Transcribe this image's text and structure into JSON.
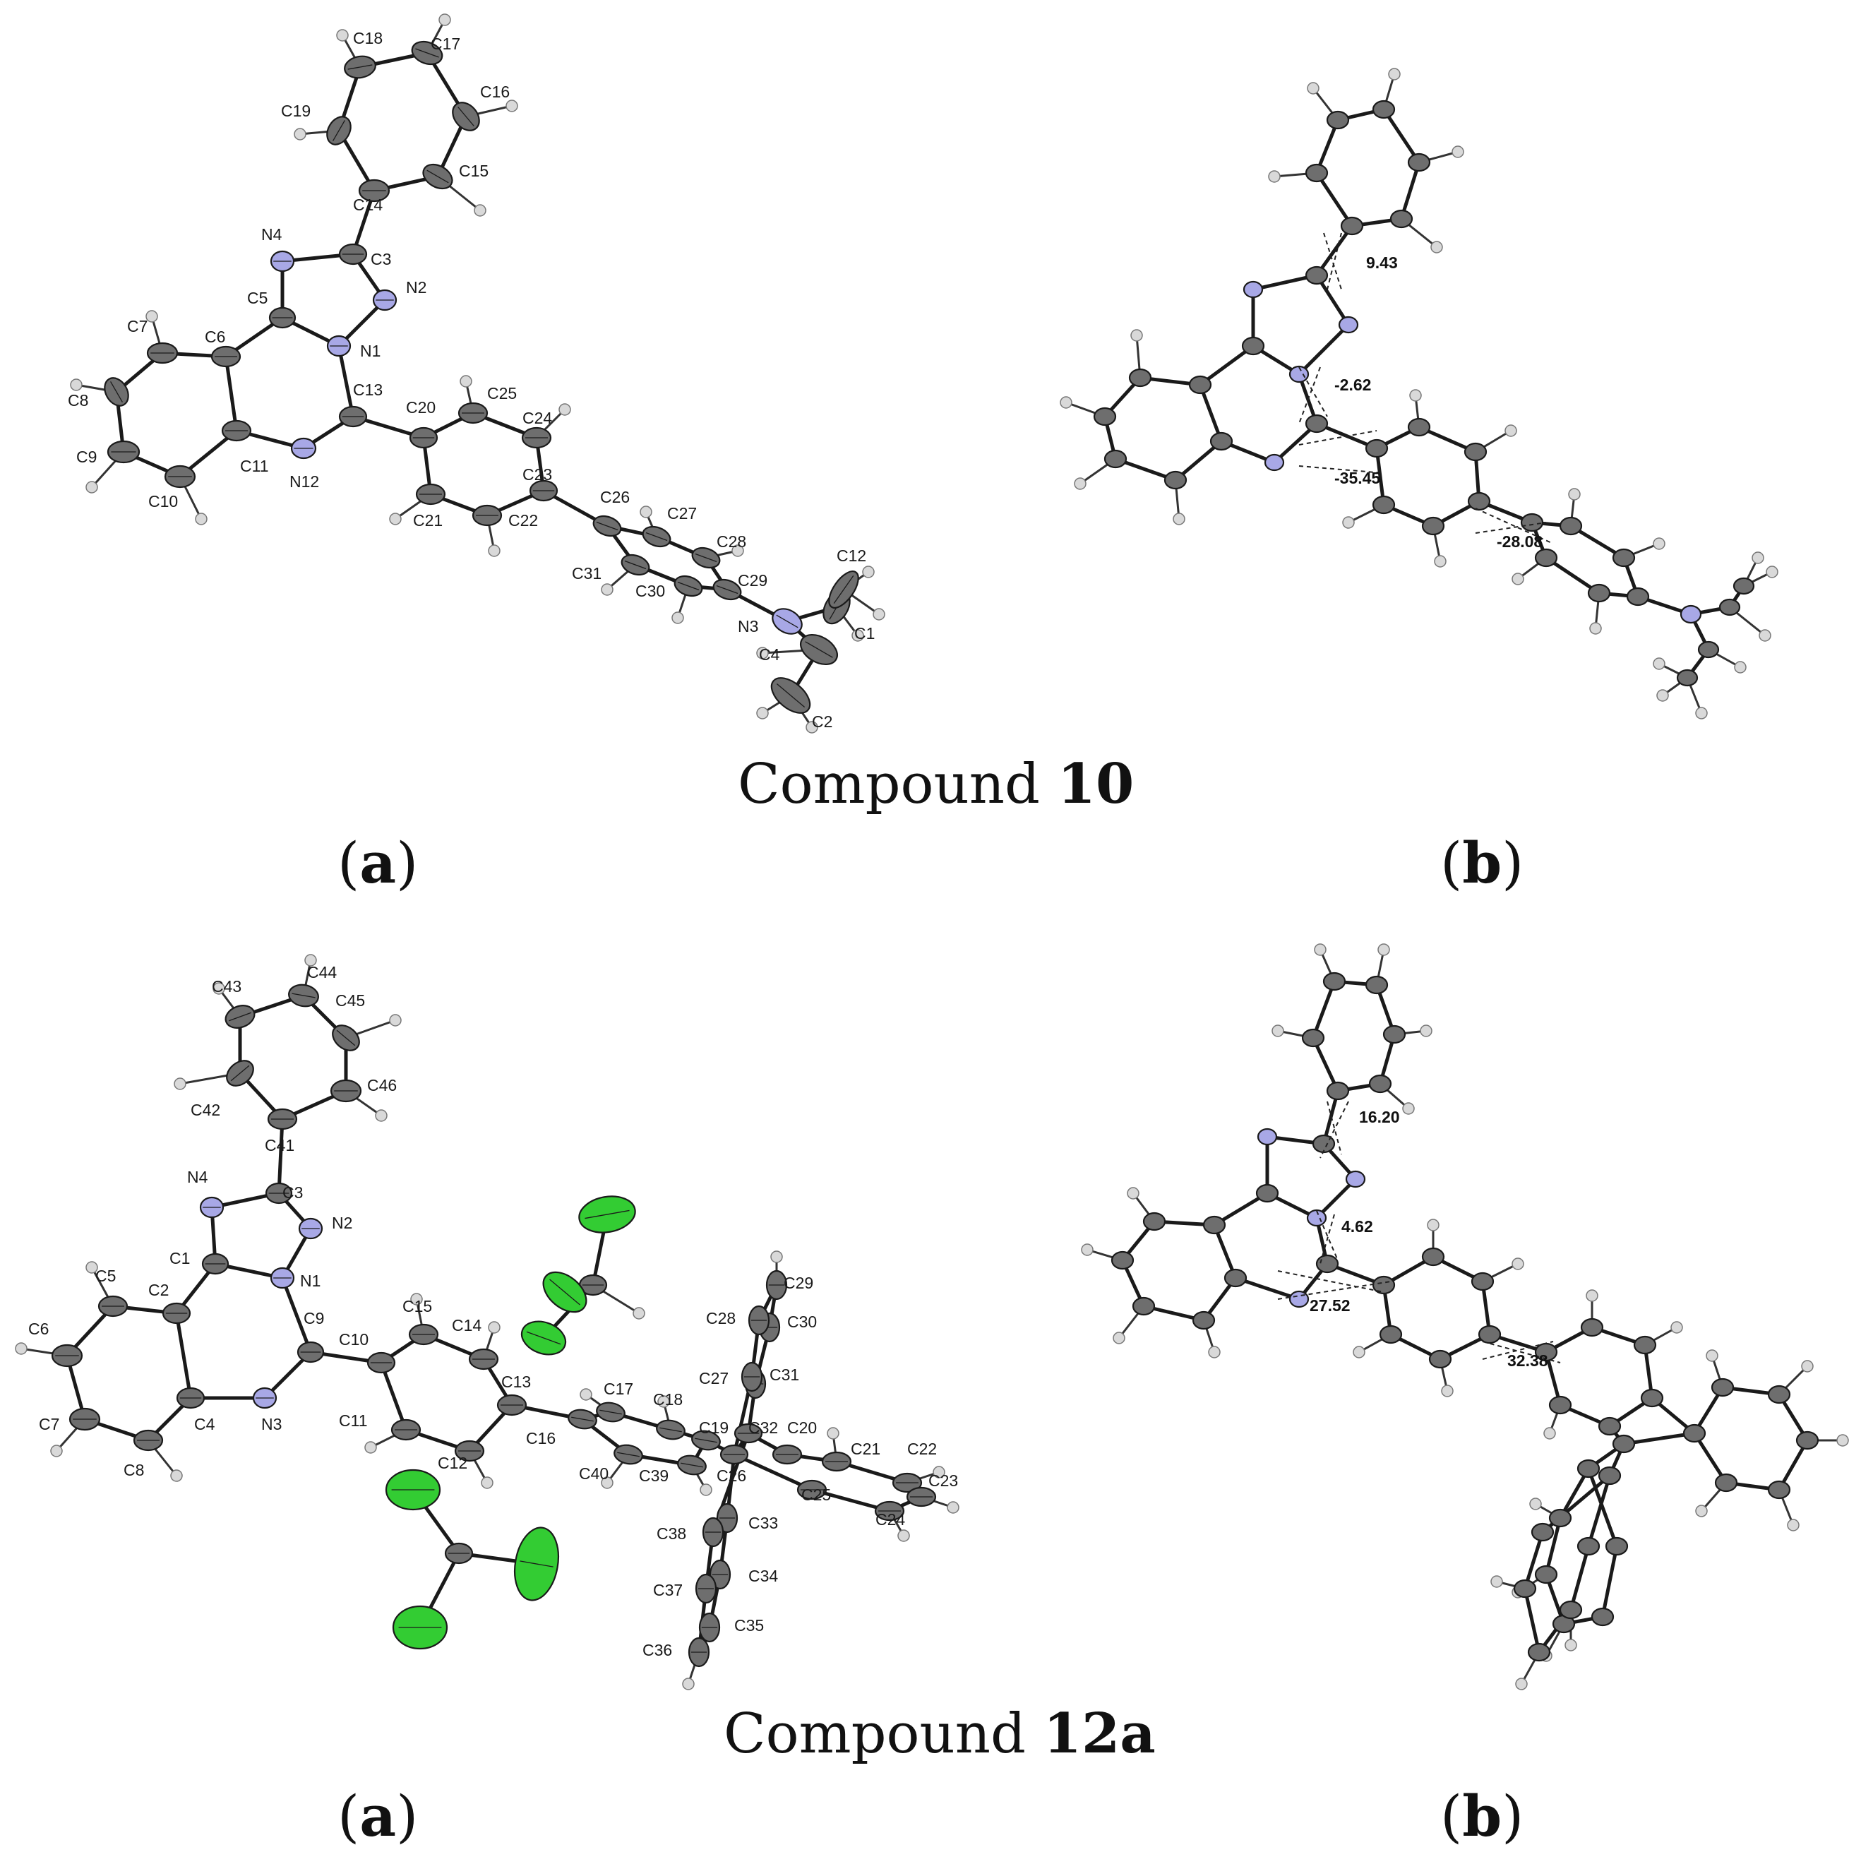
{
  "compounds": [
    {
      "name_prefix": "Compound ",
      "name_bold": "10",
      "panels": [
        {
          "paren_open": "(",
          "letter": "a",
          "paren_close": ")"
        },
        {
          "paren_open": "(",
          "letter": "b",
          "paren_close": ")"
        }
      ],
      "torsion_angles": [
        "9.43",
        "-2.62",
        "-35.45",
        "-28.08"
      ]
    },
    {
      "name_prefix": "Compound ",
      "name_bold": "12a",
      "panels": [
        {
          "paren_open": "(",
          "letter": "a",
          "paren_close": ")"
        },
        {
          "paren_open": "(",
          "letter": "b",
          "paren_close": ")"
        }
      ],
      "torsion_angles": [
        "16.20",
        "4.62",
        "27.52",
        "32.38"
      ]
    }
  ],
  "atom_colors": {
    "carbon": "#6e6e6e",
    "nitrogen": "#a8a8e6",
    "hydrogen": "#d9d9d9",
    "chlorine": "#33cc33"
  }
}
